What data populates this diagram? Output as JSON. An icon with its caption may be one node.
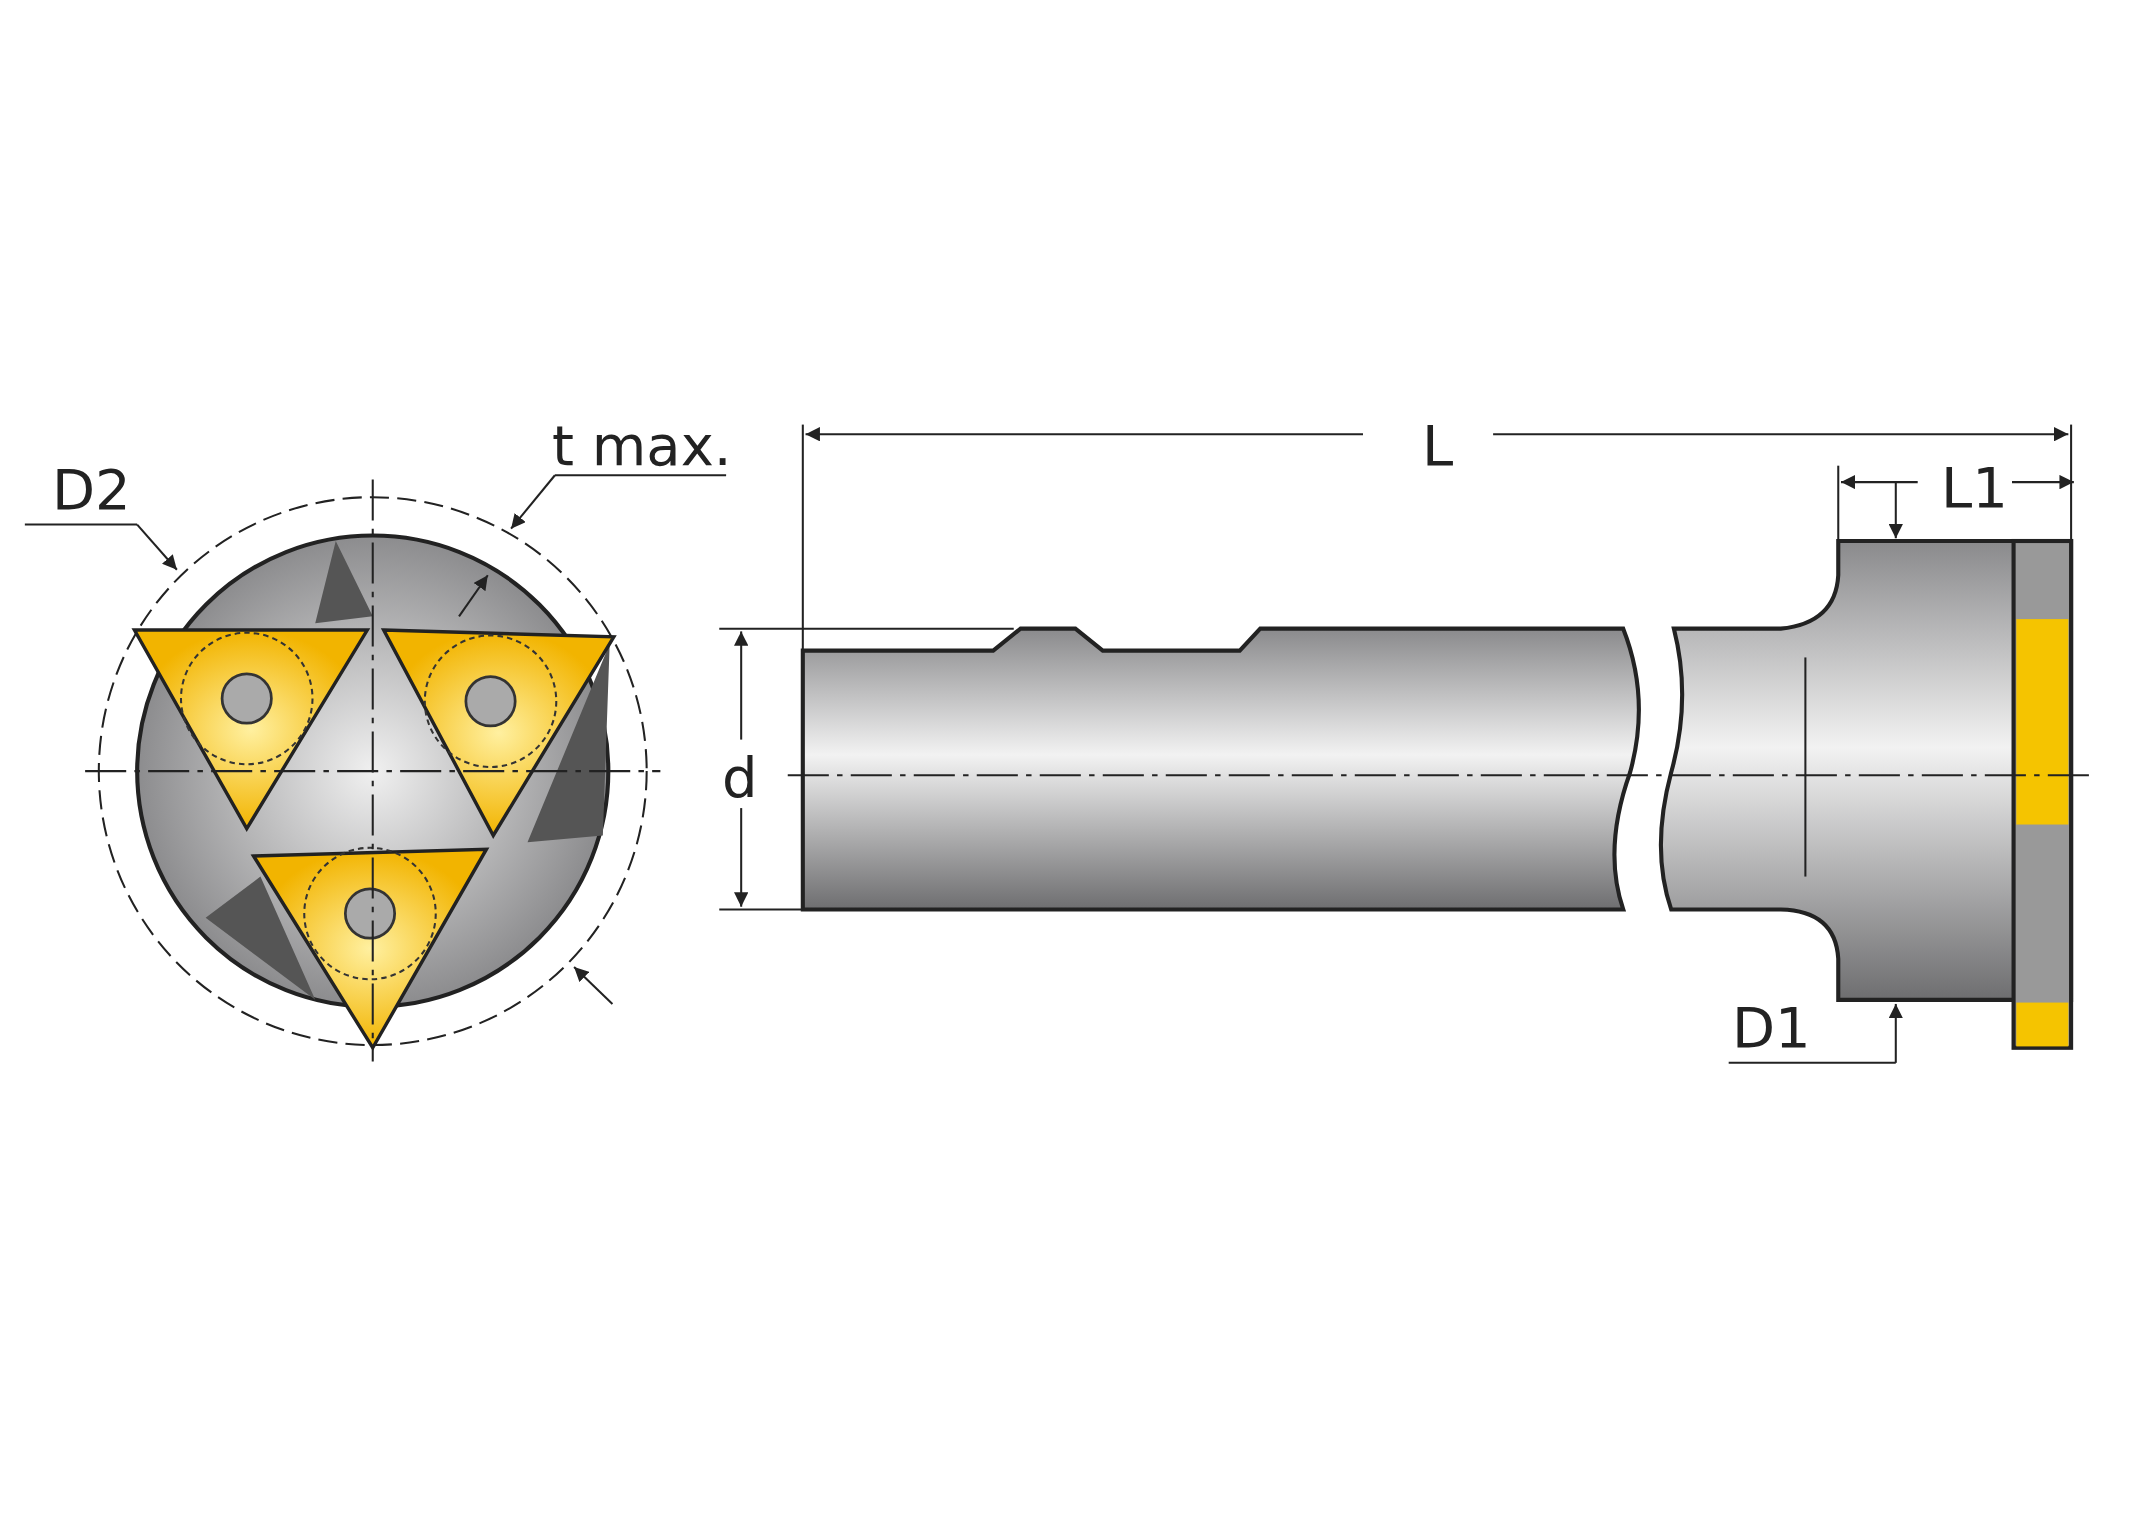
{
  "diagram": {
    "labels": [
      "D2",
      "t max.",
      "L",
      "L1",
      "d",
      "D1"
    ]
  }
}
